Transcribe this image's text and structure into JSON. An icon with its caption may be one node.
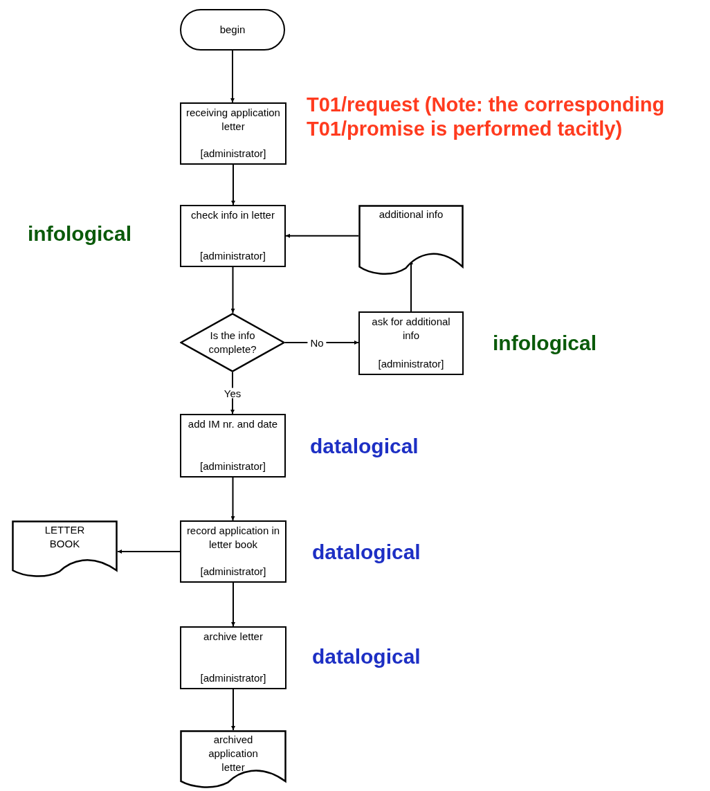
{
  "diagram": {
    "nodes": [
      {
        "text": [
          "begin"
        ]
      },
      {
        "text": [
          "receiving application letter",
          "[administrator]"
        ],
        "beside": [
          "T01/request (Note: the corresponding T01/promise is performed tacitly)"
        ]
      },
      {
        "text": [
          "check info in letter",
          "[administrator]"
        ],
        "beside": [
          "infological"
        ]
      },
      {
        "text": [
          "additional info"
        ]
      },
      {
        "text": [
          "Is the info complete?"
        ]
      },
      {
        "text": [
          "ask for additional info",
          "[administrator]"
        ],
        "beside": [
          "infological"
        ]
      },
      {
        "text": [
          "add IM nr. and date",
          "[administrator]"
        ],
        "beside": [
          "datalogical"
        ]
      },
      {
        "text": [
          "record application in letter book",
          "[administrator]"
        ],
        "beside": [
          "datalogical"
        ]
      },
      {
        "text": [
          "LETTER BOOK"
        ]
      },
      {
        "text": [
          "archive letter",
          "[administrator]"
        ],
        "beside": [
          "datalogical"
        ]
      },
      {
        "text": [
          "archived application letter"
        ]
      }
    ],
    "edges": [
      {
        "from": 0,
        "to": 1,
        "arrow": "to"
      },
      {
        "from": 1,
        "to": 2,
        "arrow": "to"
      },
      {
        "from": 2,
        "to": 4,
        "arrow": "to"
      },
      {
        "from": 4,
        "to": 5,
        "label": "No",
        "arrow": "to"
      },
      {
        "from": 5,
        "to": 3,
        "arrow": "to"
      },
      {
        "from": 3,
        "to": 2,
        "arrow": "to"
      },
      {
        "from": 4,
        "to": 6,
        "label": "Yes",
        "arrow": "to"
      },
      {
        "from": 6,
        "to": 7,
        "arrow": "to"
      },
      {
        "from": 7,
        "to": 8,
        "arrow": "to"
      },
      {
        "from": 7,
        "to": 9,
        "arrow": "to"
      },
      {
        "from": 9,
        "to": 10,
        "arrow": "to"
      }
    ]
  }
}
